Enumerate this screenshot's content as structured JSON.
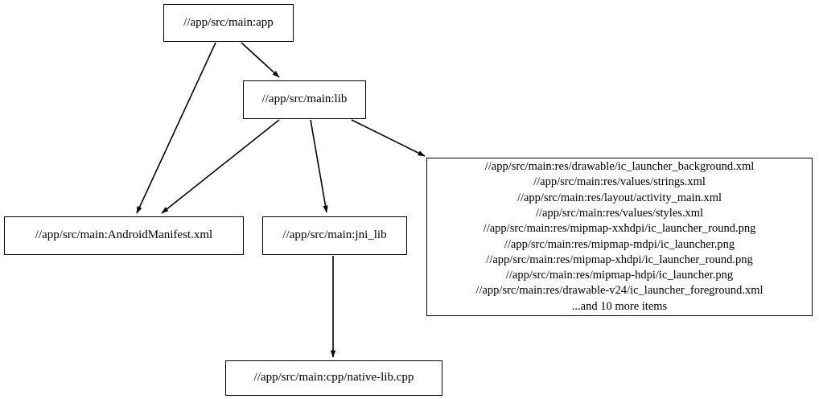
{
  "graph": {
    "type": "directed-dependency-graph",
    "background_color": "#ffffff",
    "line_color": "#000000",
    "node_fill": "#ffffff",
    "node_border": "#000000"
  },
  "nodes": {
    "app": {
      "id": "app",
      "label": "//app/src/main:app"
    },
    "lib": {
      "id": "lib",
      "label": "//app/src/main:lib"
    },
    "manifest": {
      "id": "manifest",
      "label": "//app/src/main:AndroidManifest.xml"
    },
    "jni_lib": {
      "id": "jni_lib",
      "label": "//app/src/main:jni_lib"
    },
    "resources": {
      "id": "resources",
      "label": "//app/src/main:res/drawable/ic_launcher_background.xml\n//app/src/main:res/values/strings.xml\n//app/src/main:res/layout/activity_main.xml\n//app/src/main:res/values/styles.xml\n//app/src/main:res/mipmap-xxhdpi/ic_launcher_round.png\n//app/src/main:res/mipmap-mdpi/ic_launcher.png\n//app/src/main:res/mipmap-xhdpi/ic_launcher_round.png\n//app/src/main:res/mipmap-hdpi/ic_launcher.png\n//app/src/main:res/drawable-v24/ic_launcher_foreground.xml\n...and 10 more items",
      "lines": [
        "//app/src/main:res/drawable/ic_launcher_background.xml",
        "//app/src/main:res/values/strings.xml",
        "//app/src/main:res/layout/activity_main.xml",
        "//app/src/main:res/values/styles.xml",
        "//app/src/main:res/mipmap-xxhdpi/ic_launcher_round.png",
        "//app/src/main:res/mipmap-mdpi/ic_launcher.png",
        "//app/src/main:res/mipmap-xhdpi/ic_launcher_round.png",
        "//app/src/main:res/mipmap-hdpi/ic_launcher.png",
        "//app/src/main:res/drawable-v24/ic_launcher_foreground.xml",
        "...and 10 more items"
      ],
      "overflow_note": "...and 10 more items",
      "overflow_count": 10
    },
    "native_lib": {
      "id": "native_lib",
      "label": "//app/src/main:cpp/native-lib.cpp"
    }
  },
  "edges": [
    {
      "from": "app",
      "to": "lib"
    },
    {
      "from": "app",
      "to": "manifest"
    },
    {
      "from": "lib",
      "to": "manifest"
    },
    {
      "from": "lib",
      "to": "jni_lib"
    },
    {
      "from": "lib",
      "to": "resources"
    },
    {
      "from": "jni_lib",
      "to": "native_lib"
    }
  ]
}
